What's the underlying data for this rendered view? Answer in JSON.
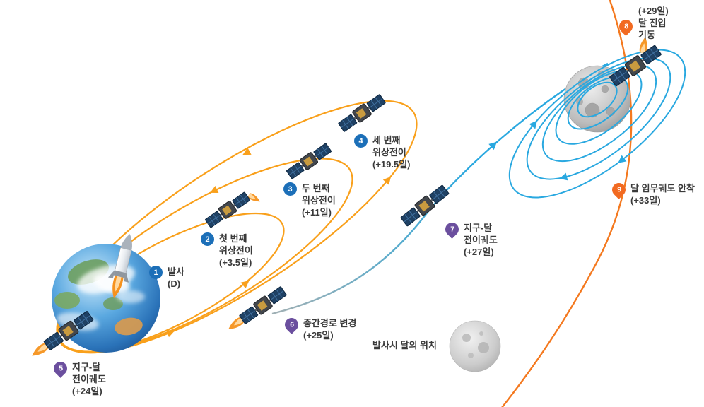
{
  "diagram": {
    "caption_moon_at_launch": "발사시 달의 위치",
    "markers": [
      {
        "num": "1",
        "kind": "blue-circle",
        "label": "발사\n(D)"
      },
      {
        "num": "2",
        "kind": "blue-circle",
        "label": "첫 번째\n위상전이\n(+3.5일)"
      },
      {
        "num": "3",
        "kind": "blue-circle",
        "label": "두 번째\n위상전이\n(+11일)"
      },
      {
        "num": "4",
        "kind": "blue-circle",
        "label": "세 번째\n위상전이\n(+19.5일)"
      },
      {
        "num": "5",
        "kind": "purple-pin",
        "label": "지구-달\n전이궤도\n(+24일)"
      },
      {
        "num": "6",
        "kind": "purple-pin",
        "label": "중간경로 변경\n(+25일)"
      },
      {
        "num": "7",
        "kind": "purple-pin",
        "label": "지구-달\n전이궤도\n(+27일)"
      },
      {
        "num": "8",
        "kind": "orange-pin",
        "label": "(+29일)\n달 진입\n기동"
      },
      {
        "num": "9",
        "kind": "orange-pin",
        "label": "달 임무궤도 안착\n(+33일)"
      }
    ]
  },
  "colors": {
    "orbit-orange": "#F9A01B",
    "moon-arc-orange": "#F4791F",
    "transfer-blue": "#29A8E0",
    "marker-blue": "#1C6FB8",
    "pin-purple": "#6B4F9E",
    "pin-orange": "#F26A21",
    "label-text": "#3A3A3A"
  }
}
